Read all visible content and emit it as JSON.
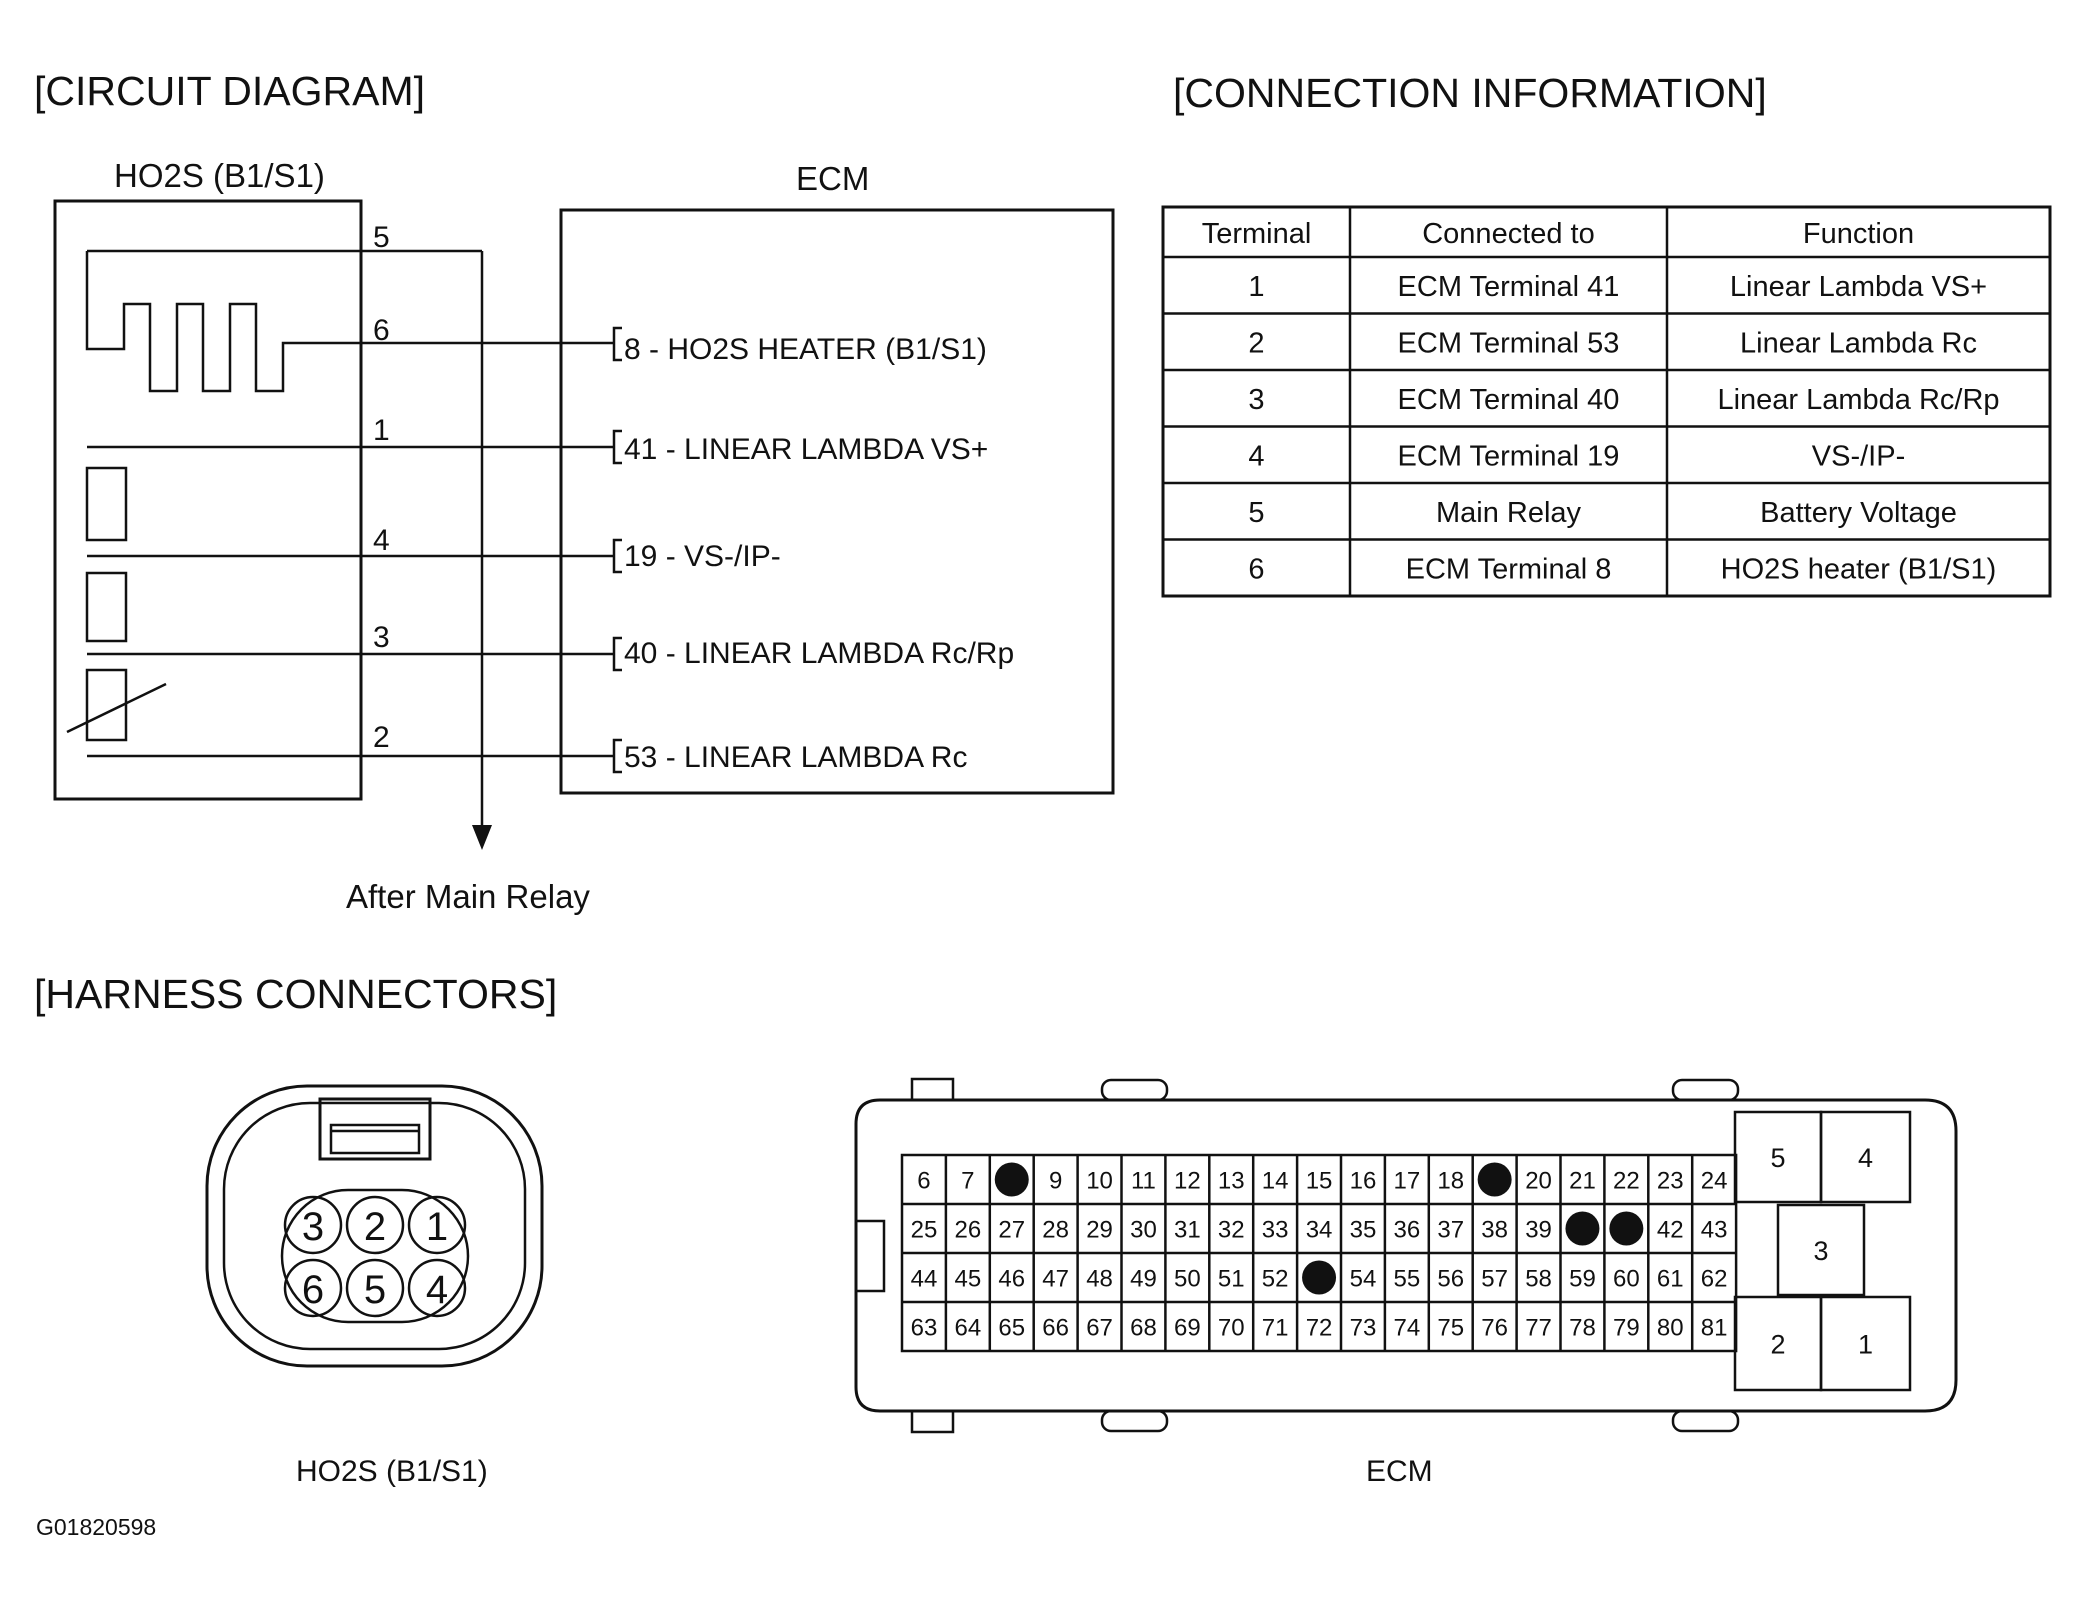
{
  "sections": {
    "circuit": "[CIRCUIT DIAGRAM]",
    "connection": "[CONNECTION INFORMATION]",
    "harness": "[HARNESS CONNECTORS]"
  },
  "circuit": {
    "sensor_title": "HO2S (B1/S1)",
    "ecm_title": "ECM",
    "pin_numbers": [
      "5",
      "6",
      "1",
      "4",
      "3",
      "2"
    ],
    "ecm_pins": [
      {
        "num": "8",
        "label": " - HO2S HEATER (B1/S1)"
      },
      {
        "num": "41",
        "label": " - LINEAR LAMBDA VS+"
      },
      {
        "num": "19",
        "label": " - VS-/IP-"
      },
      {
        "num": "40",
        "label": " - LINEAR LAMBDA Rc/Rp"
      },
      {
        "num": "53",
        "label": " - LINEAR LAMBDA Rc"
      }
    ],
    "relay_label": "After Main Relay"
  },
  "table": {
    "headers": [
      "Terminal",
      "Connected to",
      "Function"
    ],
    "rows": [
      [
        "1",
        "ECM Terminal 41",
        "Linear Lambda VS+"
      ],
      [
        "2",
        "ECM Terminal 53",
        "Linear Lambda Rc"
      ],
      [
        "3",
        "ECM Terminal 40",
        "Linear Lambda Rc/Rp"
      ],
      [
        "4",
        "ECM Terminal 19",
        "VS-/IP-"
      ],
      [
        "5",
        "Main Relay",
        "Battery Voltage"
      ],
      [
        "6",
        "ECM Terminal 8",
        "HO2S heater (B1/S1)"
      ]
    ]
  },
  "harness": {
    "ho2s_pins_top": [
      "3",
      "2",
      "1"
    ],
    "ho2s_pins_bottom": [
      "6",
      "5",
      "4"
    ],
    "ho2s_caption": "HO2S (B1/S1)",
    "ecm_caption": "ECM",
    "ecm_grid": [
      [
        "6",
        "7",
        "",
        "9",
        "10",
        "11",
        "12",
        "13",
        "14",
        "15",
        "16",
        "17",
        "18",
        "",
        "20",
        "21",
        "22",
        "23",
        "24"
      ],
      [
        "25",
        "26",
        "27",
        "28",
        "29",
        "30",
        "31",
        "32",
        "33",
        "34",
        "35",
        "36",
        "37",
        "38",
        "39",
        "",
        "",
        "42",
        "43"
      ],
      [
        "44",
        "45",
        "46",
        "47",
        "48",
        "49",
        "50",
        "51",
        "52",
        "",
        "54",
        "55",
        "56",
        "57",
        "58",
        "59",
        "60",
        "61",
        "62"
      ],
      [
        "63",
        "64",
        "65",
        "66",
        "67",
        "68",
        "69",
        "70",
        "71",
        "72",
        "73",
        "74",
        "75",
        "76",
        "77",
        "78",
        "79",
        "80",
        "81"
      ]
    ],
    "big_terminals": [
      "5",
      "4",
      "3",
      "2",
      "1"
    ]
  },
  "figure_id": "G01820598"
}
